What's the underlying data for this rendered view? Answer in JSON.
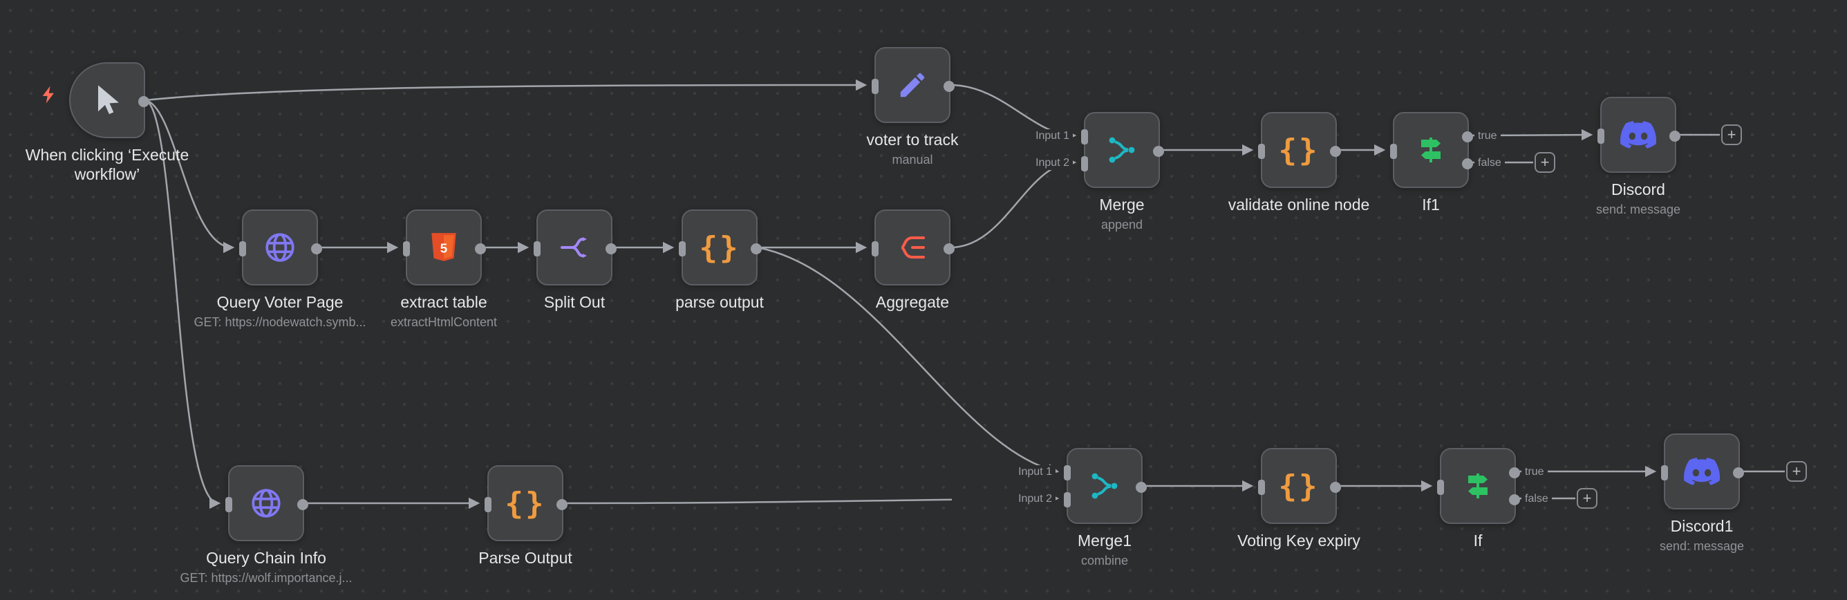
{
  "canvas": {
    "background": "#2c2d2e",
    "dot_color": "#3a3c3d"
  },
  "colors": {
    "node_bg": "#414244",
    "node_border": "#5b5e63",
    "edge": "#a2a6ac",
    "label": "#e5e7ea",
    "sublabel": "#8f9298",
    "bolt_red": "#ff6d5c",
    "pencil_indigo": "#8285f2",
    "globe_purple": "#8178f2",
    "html5_orange": "#e44d26",
    "code_orange": "#ef9b3f",
    "split_violet": "#a488f7",
    "aggregate_coral": "#fa5c4a",
    "merge_teal": "#1db8c4",
    "if_green": "#2ec163",
    "discord_blurple": "#5c66f0"
  },
  "glyphs": {
    "braces": "{}",
    "plus": "+",
    "html5_text": "5"
  },
  "port_labels": {
    "input1": "Input 1",
    "input2": "Input 2",
    "true_label": "true",
    "false_label": "false"
  },
  "nodes": [
    {
      "label": "When clicking ‘Execute workflow’",
      "sublabel": "",
      "icon": "cursor-icon"
    },
    {
      "label": "voter to track",
      "sublabel": "manual",
      "icon": "pencil-icon"
    },
    {
      "label": "Query Voter Page",
      "sublabel": "GET: https://nodewatch.symb...",
      "icon": "globe-icon"
    },
    {
      "label": "extract table",
      "sublabel": "extractHtmlContent",
      "icon": "html5-icon"
    },
    {
      "label": "Split Out",
      "sublabel": "",
      "icon": "split-icon"
    },
    {
      "label": "parse output",
      "sublabel": "",
      "icon": "braces-icon"
    },
    {
      "label": "Aggregate",
      "sublabel": "",
      "icon": "aggregate-icon"
    },
    {
      "label": "Merge",
      "sublabel": "append",
      "icon": "merge-icon"
    },
    {
      "label": "validate online node",
      "sublabel": "",
      "icon": "braces-icon"
    },
    {
      "label": "If1",
      "sublabel": "",
      "icon": "signpost-icon"
    },
    {
      "label": "Discord",
      "sublabel": "send: message",
      "icon": "discord-icon"
    },
    {
      "label": "Query Chain Info",
      "sublabel": "GET: https://wolf.importance.j...",
      "icon": "globe-icon"
    },
    {
      "label": "Parse Output",
      "sublabel": "",
      "icon": "braces-icon"
    },
    {
      "label": "Merge1",
      "sublabel": "combine",
      "icon": "merge-icon"
    },
    {
      "label": "Voting Key expiry",
      "sublabel": "",
      "icon": "braces-icon"
    },
    {
      "label": "If",
      "sublabel": "",
      "icon": "signpost-icon"
    },
    {
      "label": "Discord1",
      "sublabel": "send: message",
      "icon": "discord-icon"
    }
  ],
  "connections": [
    {
      "from": "When clicking ‘Execute workflow’",
      "to": "voter to track"
    },
    {
      "from": "When clicking ‘Execute workflow’",
      "to": "Query Voter Page"
    },
    {
      "from": "When clicking ‘Execute workflow’",
      "to": "Query Chain Info"
    },
    {
      "from": "Query Voter Page",
      "to": "extract table"
    },
    {
      "from": "extract table",
      "to": "Split Out"
    },
    {
      "from": "Split Out",
      "to": "parse output"
    },
    {
      "from": "parse output",
      "to": "Aggregate"
    },
    {
      "from": "parse output",
      "to": "Merge1 (Input 1)"
    },
    {
      "from": "voter to track",
      "to": "Merge (Input 1)"
    },
    {
      "from": "Aggregate",
      "to": "Merge (Input 2)"
    },
    {
      "from": "Merge",
      "to": "validate online node"
    },
    {
      "from": "validate online node",
      "to": "If1"
    },
    {
      "from": "If1 (true)",
      "to": "Discord"
    },
    {
      "from": "Query Chain Info",
      "to": "Parse Output"
    },
    {
      "from": "Parse Output",
      "to": "Merge1 (Input 2)"
    },
    {
      "from": "Merge1",
      "to": "Voting Key expiry"
    },
    {
      "from": "Voting Key expiry",
      "to": "If"
    },
    {
      "from": "If (true)",
      "to": "Discord1"
    }
  ]
}
